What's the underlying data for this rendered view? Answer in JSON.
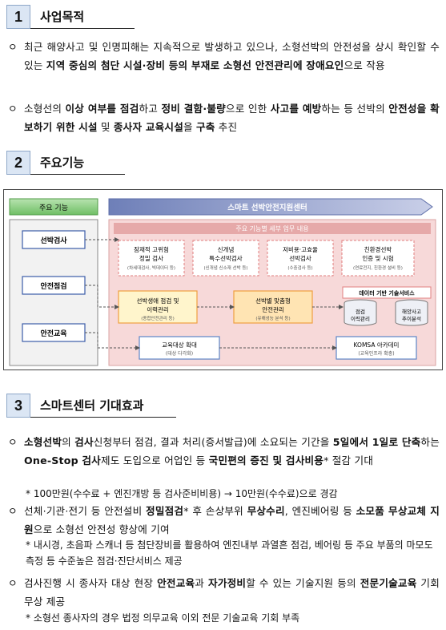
{
  "section1": {
    "number": "1",
    "title": "사업목적",
    "bullet1": {
      "marker": "ㅇ",
      "p1": "최근 해양사고 및 인명피해는 지속적으로 발생하고 있으나, 소형선박의 안전성을 상시 확인할 수 있는 ",
      "p2": "지역 중심의 첨단 시설·장비 등의 부재로 소형선 안전관리에 장애요인",
      "p3": "으로 작용"
    },
    "bullet2": {
      "marker": "ㅇ",
      "p1": "소형선의 ",
      "p2": "이상 여부를 점검",
      "p3": "하고 ",
      "p4": "정비 결함·불량",
      "p5": "으로 인한 ",
      "p6": "사고를 예방",
      "p7": "하는 등 선박의 ",
      "p8": "안전성을 확보하기 위한 시설",
      "p9": " 및 ",
      "p10": "종사자 교육시설",
      "p11": "을 ",
      "p12": "구축",
      "p13": " 추진"
    }
  },
  "section2": {
    "number": "2",
    "title": "주요기능",
    "diagram": {
      "func_header": "주요 기능",
      "center_title": "스마트 선박안전지원센터",
      "detail_header": "주요 기능별 세부 업무 내용",
      "left_items": [
        "선박검사",
        "안전점검",
        "안전교육"
      ],
      "boxes": [
        {
          "l1": "잠재적 고위험",
          "l2": "정밀 검사",
          "s": "(차세대검사, 빅데이터 등)"
        },
        {
          "l1": "신개념",
          "l2": "특수선박검사",
          "s": "(신개념 신소재 선박 등)"
        },
        {
          "l1": "저비용·고효율",
          "l2": "선박검사",
          "s": "(수중검사 등)"
        },
        {
          "l1": "친환경선박",
          "l2": "인증 및 시험",
          "s": "(연료전지, 친환경 설비 등)"
        },
        {
          "l1": "선박생애 점검 및",
          "l2": "이력관리",
          "s": "(종합안전관리 등)"
        },
        {
          "l1": "선박별 맞춤형",
          "l2": "안전관리",
          "s": "(유해성능 분석 등)"
        },
        {
          "l1": "교육대상 확대",
          "l2": "",
          "s": "(대상 다각화)"
        },
        {
          "l1": "KOMSA 아카데미",
          "l2": "",
          "s": "(교육인프라 확충)"
        }
      ],
      "data_service": "데이터 기반 기술서비스",
      "cyl1": {
        "l1": "점검",
        "l2": "이력관리"
      },
      "cyl2": {
        "l1": "해양사고",
        "l2": "추이분석"
      }
    }
  },
  "section3": {
    "number": "3",
    "title": "스마트센터 기대효과",
    "b1": {
      "marker": "ㅇ",
      "p1": "소형선박",
      "p2": "의 ",
      "p3": "검사",
      "p4": "신청부터 점검, 결과 처리(증서발급)에 소요되는 기간을 ",
      "p5": "5일에서 1일로 단축",
      "p6": "하는 ",
      "p7": "One-Stop 검사",
      "p8": "제도 도입으로 어업인 등 ",
      "p9": "국민편의 증진 및 검사비용",
      "p10": "* 절감 기대"
    },
    "n1": "* 100만원(수수료 + 엔진개방 등 검사준비비용) → 10만원(수수료)으로 경감",
    "b2": {
      "marker": "ㅇ",
      "p1": "선체·기관·전기 등 안전설비 ",
      "p2": "정밀점검",
      "p3": "* 후 손상부위 ",
      "p4": "무상수리",
      "p5": ", 엔진베어링 등 ",
      "p6": "소모품 무상교체 지원",
      "p7": "으로 소형선 안전성 향상에 기여"
    },
    "n2": "* 내시경, 초음파 스캐너 등 첨단장비를 활용하여 엔진내부 과열흔 점검, 베어링 등 주요 부품의 마모도 측정 등 수준높은 점검·진단서비스 제공",
    "b3": {
      "marker": "ㅇ",
      "p1": "검사진행 시 종사자 대상 현장 ",
      "p2": "안전교육",
      "p3": "과 ",
      "p4": "자가정비",
      "p5": "할 수 있는 기술지원 등의 ",
      "p6": "전문기술교육",
      "p7": " 기회 무상 제공"
    },
    "n3": "* 소형선 종사자의 경우 법정 의무교육 이외 전문 기술교육 기회 부족"
  }
}
